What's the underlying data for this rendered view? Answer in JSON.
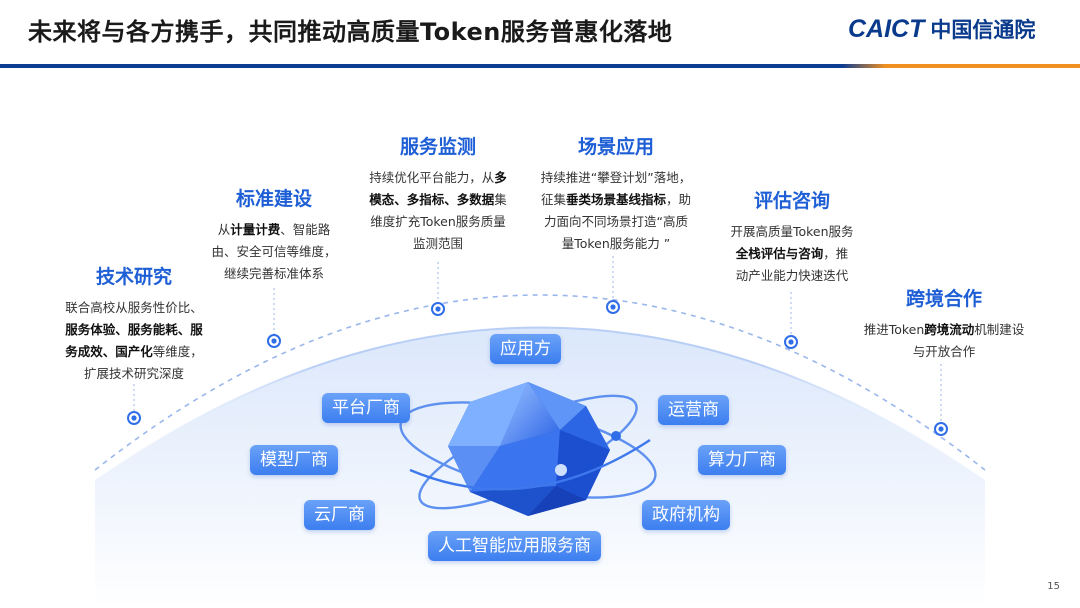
{
  "header": {
    "title": "未来将与各方携手，共同推动高质量Token服务普惠化落地",
    "logo_brand": "CAICT",
    "logo_cn": "中国信通院"
  },
  "topics": [
    {
      "title": "技术研究",
      "lines": [
        [
          {
            "t": "联合高校从服务性价比、"
          }
        ],
        [
          {
            "t": "服务体验、服务能耗、服",
            "b": true
          }
        ],
        [
          {
            "t": "务成效、国产化",
            "b": true
          },
          {
            "t": "等维度，"
          }
        ],
        [
          {
            "t": "扩展技术研究深度"
          }
        ]
      ]
    },
    {
      "title": "标准建设",
      "lines": [
        [
          {
            "t": "从"
          },
          {
            "t": "计量计费",
            "b": true
          },
          {
            "t": "、智能路"
          }
        ],
        [
          {
            "t": "由、安全可信等维度，"
          }
        ],
        [
          {
            "t": "继续完善标准体系"
          }
        ]
      ]
    },
    {
      "title": "服务监测",
      "lines": [
        [
          {
            "t": "持续优化平台能力，从"
          },
          {
            "t": "多",
            "b": true
          }
        ],
        [
          {
            "t": "模态、多指标、多数据",
            "b": true
          },
          {
            "t": "集"
          }
        ],
        [
          {
            "t": "维度扩充Token服务质量"
          }
        ],
        [
          {
            "t": "监测范围"
          }
        ]
      ]
    },
    {
      "title": "场景应用",
      "lines": [
        [
          {
            "t": "持续推进“攀登计划”落地，"
          }
        ],
        [
          {
            "t": "征集"
          },
          {
            "t": "垂类场景基线指标",
            "b": true
          },
          {
            "t": "，助"
          }
        ],
        [
          {
            "t": "力面向不同场景打造“高质"
          }
        ],
        [
          {
            "t": "量Token服务能力 ”"
          }
        ]
      ]
    },
    {
      "title": "评估咨询",
      "lines": [
        [
          {
            "t": "开展高质量Token服务"
          }
        ],
        [
          {
            "t": "全栈评估与咨询",
            "b": true
          },
          {
            "t": "，推"
          }
        ],
        [
          {
            "t": "动产业能力快速迭代"
          }
        ]
      ]
    },
    {
      "title": "跨境合作",
      "lines": [
        [
          {
            "t": "推进Token"
          },
          {
            "t": "跨境流动",
            "b": true
          },
          {
            "t": "机制建设"
          }
        ],
        [
          {
            "t": "与开放合作"
          }
        ]
      ]
    }
  ],
  "participants": {
    "app": "应用方",
    "platform": "平台厂商",
    "operator": "运营商",
    "model": "模型厂商",
    "compute": "算力厂商",
    "cloud": "云厂商",
    "gov": "政府机构",
    "ai_service": "人工智能应用服务商"
  },
  "page_number": "15",
  "colors": {
    "accent": "#1f5fd6",
    "navy": "#0d3d92",
    "orange": "#f09020",
    "pill": "#4a88f2"
  }
}
